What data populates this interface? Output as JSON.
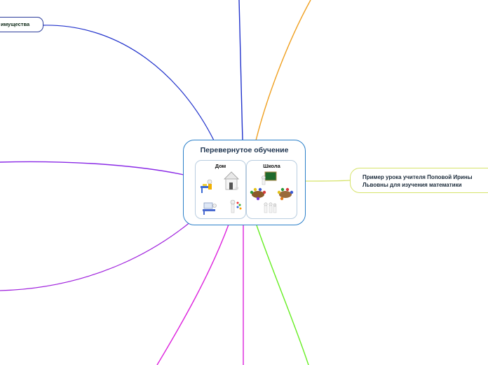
{
  "central": {
    "title": "Перевернутое обучение",
    "panels": [
      {
        "label": "Дом"
      },
      {
        "label": "Школа"
      }
    ]
  },
  "branches": {
    "right_leaf": "Пример урока учителя Поповой Ирины Львовны для изучения математики",
    "topleft_leaf": "имущества"
  },
  "colors": {
    "central_border": "#2a7fc9",
    "blue": "#2233cc",
    "orange": "#f0a020",
    "yellowgreen": "#d6e36a",
    "green": "#66ee22",
    "magenta": "#dd22dd",
    "purple": "#a022dd",
    "violet": "#8a2ae6"
  }
}
